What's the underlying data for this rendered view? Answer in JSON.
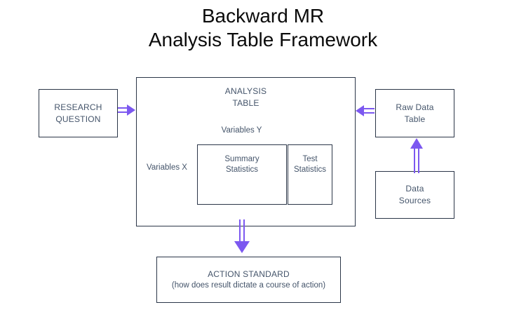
{
  "title": {
    "line1": "Backward MR",
    "line2": "Analysis Table Framework"
  },
  "diagram": {
    "research_question": {
      "line1": "RESEARCH",
      "line2": "QUESTION"
    },
    "analysis_table": {
      "title_line1": "ANALYSIS",
      "title_line2": "TABLE",
      "variables_y": "Variables Y",
      "variables_x": "Variables X",
      "summary_statistics": {
        "line1": "Summary",
        "line2": "Statistics"
      },
      "test_statistics": {
        "line1": "Test",
        "line2": "Statistics"
      }
    },
    "raw_data_table": {
      "line1": "Raw Data",
      "line2": "Table"
    },
    "data_sources": {
      "line1": "Data",
      "line2": "Sources"
    },
    "action_standard": {
      "title": "ACTION STANDARD",
      "subtitle": "(how does result dictate a course of action)"
    }
  },
  "colors": {
    "arrow": "#7c58f0",
    "box_border": "#2b3648",
    "box_text": "#44546A",
    "title_text": "#0b0b0b",
    "background": "#ffffff"
  }
}
